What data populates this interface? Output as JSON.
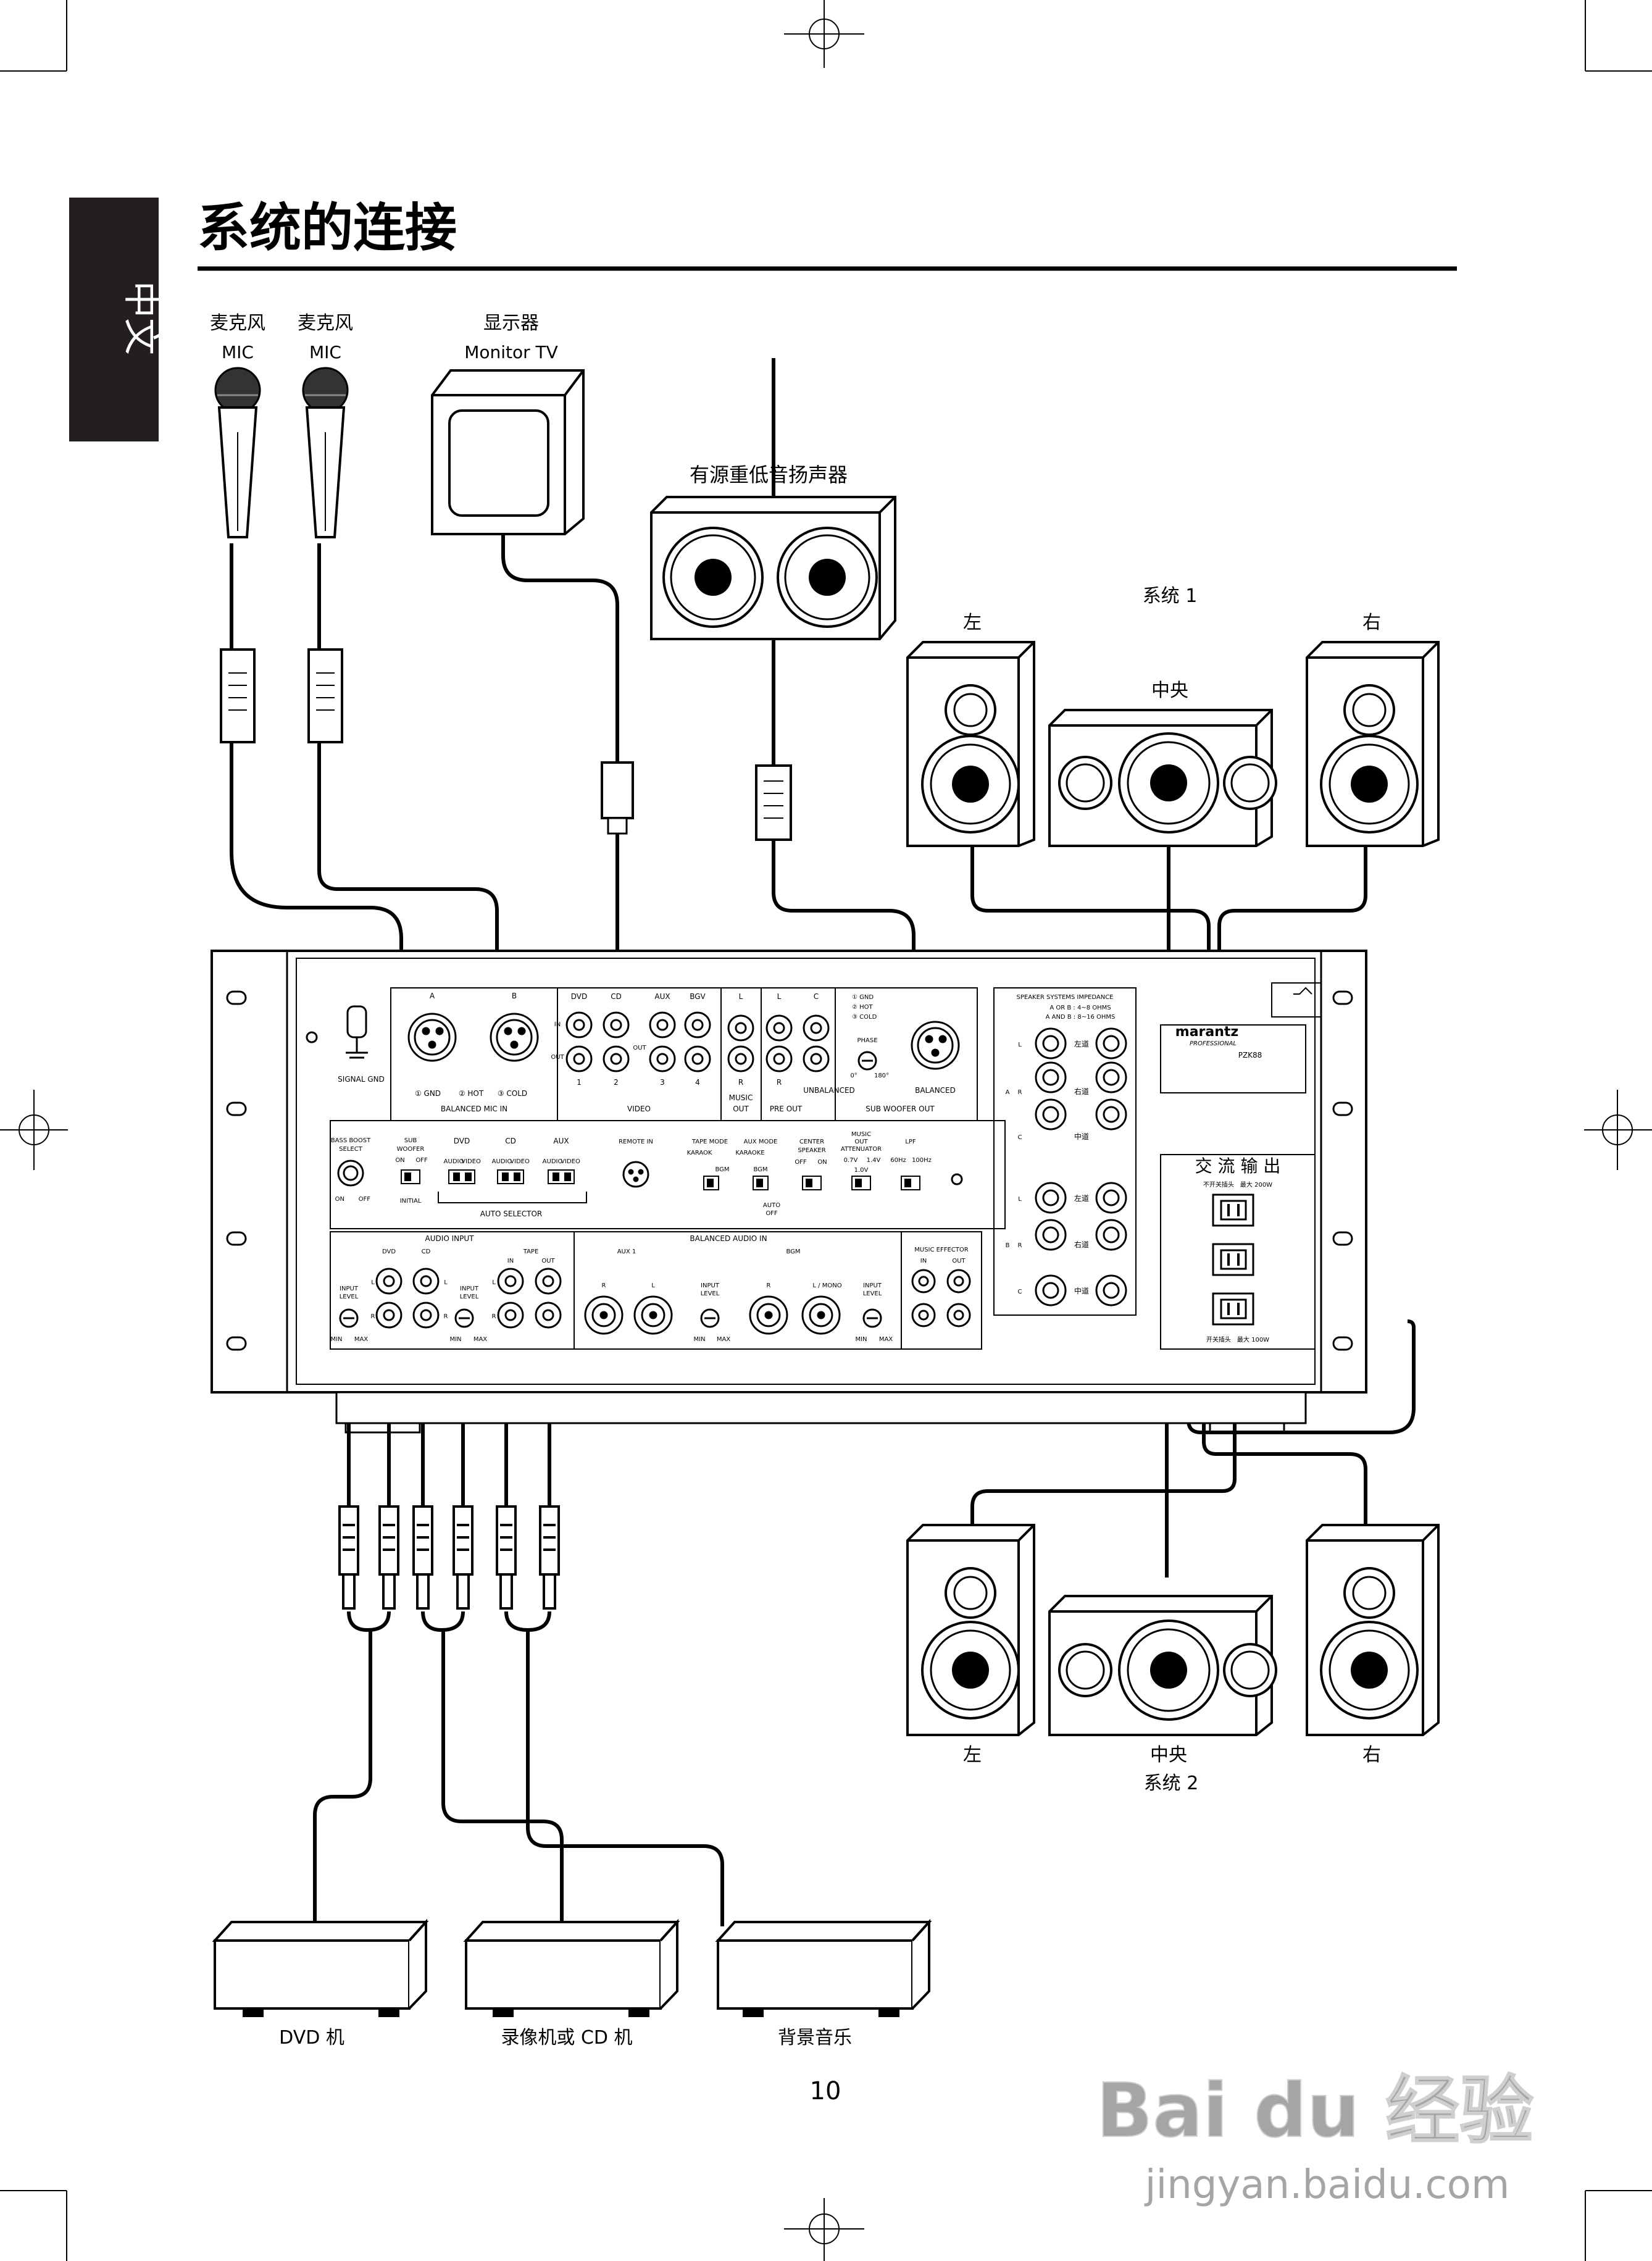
{
  "side_tab": "中文",
  "title": "系统的连接",
  "devices": {
    "mic1": {
      "label_cn": "麦克风",
      "label_en": "MIC"
    },
    "mic2": {
      "label_cn": "麦克风",
      "label_en": "MIC"
    },
    "monitor": {
      "label_cn": "显示器",
      "label_en": "Monitor TV"
    },
    "subwoofer": {
      "label": "有源重低音扬声器"
    },
    "system1": {
      "label": "系统 1",
      "left": "左",
      "center": "中央",
      "right": "右"
    },
    "system2": {
      "label": "系统 2",
      "left": "左",
      "center": "中央",
      "right": "右"
    },
    "dvd": {
      "label": "DVD 机"
    },
    "vcr_cd": {
      "label": "录像机或 CD 机"
    },
    "bgm": {
      "label": "背景音乐"
    }
  },
  "panel": {
    "signal_gnd": "SIGNAL GND",
    "mic_a": "A",
    "mic_b": "B",
    "gnd": "① GND",
    "hot": "② HOT",
    "cold": "③ COLD",
    "balanced_mic_in": "BALANCED MIC IN",
    "video_heads": [
      "DVD",
      "CD",
      "AUX",
      "BGV"
    ],
    "video_in": "IN",
    "video_out": "OUT",
    "video_nums": [
      "1",
      "2",
      "3",
      "4"
    ],
    "video": "VIDEO",
    "l": "L",
    "r": "R",
    "c": "C",
    "music_out_line1": "MUSIC",
    "music_out_line2": "OUT",
    "pre_out": "PRE OUT",
    "unbalanced": "UNBALANCED",
    "sw_gnd": "① GND",
    "sw_hot": "② HOT",
    "sw_cold": "③ COLD",
    "phase": "PHASE",
    "phase_0": "0°",
    "phase_180": "180°",
    "balanced": "BALANCED",
    "sub_woofer_out": "SUB WOOFER OUT",
    "bass_boost_line1": "BASS BOOST",
    "bass_boost_line2": "SELECT",
    "bass_on": "ON",
    "bass_off": "OFF",
    "sub_woofer_line1": "SUB",
    "sub_woofer_line2": "WOOFER",
    "on": "ON",
    "off": "OFF",
    "initial": "INITIAL",
    "sel_dvd": "DVD",
    "sel_cd": "CD",
    "sel_aux": "AUX",
    "audio": "AUDIO",
    "video_sw": "VIDEO",
    "auto_selector": "AUTO SELECTOR",
    "remote_in": "REMOTE IN",
    "tape_mode": "TAPE MODE",
    "karaok": "KARAOK",
    "bgm_sw": "BGM",
    "aux_mode": "AUX MODE",
    "karaoke": "KARAOKE",
    "auto": "AUTO",
    "center_speaker_line1": "CENTER",
    "center_speaker_line2": "SPEAKER",
    "music_out_att_line1": "MUSIC",
    "music_out_att_line2": "OUT",
    "music_out_att_line3": "ATTENUATOR",
    "att_0v": "0.7V",
    "att_14v": "1.4V",
    "att_10v": "1.0V",
    "lpf": "LPF",
    "lpf_60": "60Hz",
    "lpf_100": "100Hz",
    "audio_input": "AUDIO INPUT",
    "ai_dvd": "DVD",
    "ai_cd": "CD",
    "ai_tape": "TAPE",
    "tape_in": "IN",
    "tape_out": "OUT",
    "input_level_line1": "INPUT",
    "input_level_line2": "LEVEL",
    "min": "MIN",
    "max": "MAX",
    "balanced_audio_in": "BALANCED AUDIO IN",
    "aux1": "AUX 1",
    "bgm": "BGM",
    "l_mono": "L / MONO",
    "music_effector": "MUSIC EFFECTOR",
    "me_in": "IN",
    "me_out": "OUT",
    "spk_imp_title": "SPEAKER SYSTEMS IMPEDANCE",
    "spk_imp_1": "A  OR  B :  4~8 OHMS",
    "spk_imp_2": "A AND B : 8~16 OHMS",
    "spk_left": "左道",
    "spk_right": "右道",
    "spk_center": "中道",
    "brand": "marantz",
    "brand_sub": "PROFESSIONAL",
    "model": "PZK88",
    "ac_out": "交 流 输 出",
    "ac_unswitched": "不开关插头　最大  200W",
    "ac_switched": "开关插头　最大  100W",
    "group_a": "A",
    "group_b": "B"
  },
  "page_number": "10",
  "watermark": {
    "logo": "Bai du 经验",
    "url": "jingyan.baidu.com"
  }
}
